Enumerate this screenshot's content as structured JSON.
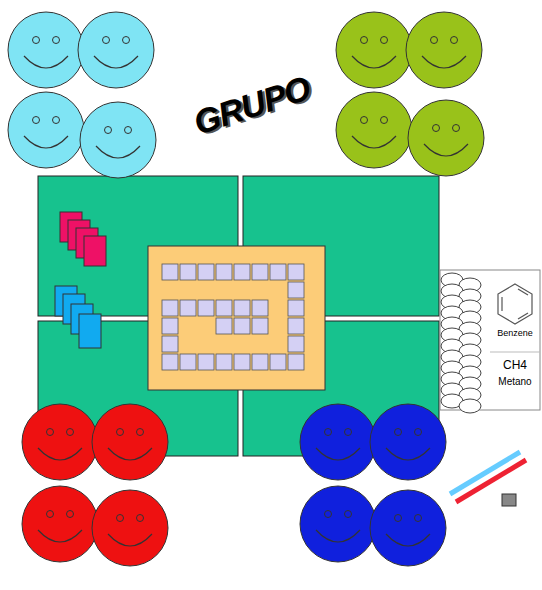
{
  "diagram": {
    "nodes": [
      {
        "text": [
          "Benzene",
          "CH4",
          "Metano"
        ]
      }
    ],
    "labels": [
      "GRUPO"
    ]
  }
}
